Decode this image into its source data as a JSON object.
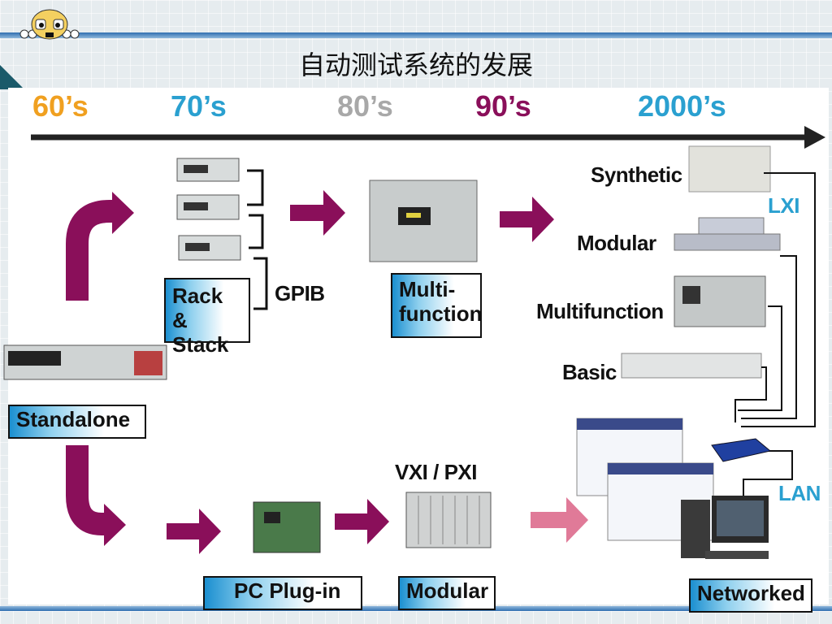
{
  "title": "自动测试系统的发展",
  "eras": [
    {
      "label": "60’s",
      "color": "#f0a020"
    },
    {
      "label": "70’s",
      "color": "#2aa0d0"
    },
    {
      "label": "80’s",
      "color": "#a8a8a8"
    },
    {
      "label": "90’s",
      "color": "#8a0f5a"
    },
    {
      "label": "2000’s",
      "color": "#2aa0d0"
    }
  ],
  "boxes": {
    "rack_stack": "Rack & Stack",
    "multi_function": "Multi- function",
    "standalone": "Standalone",
    "pc_plugin": "PC Plug-in",
    "modular": "Modular",
    "networked": "Networked"
  },
  "labels": {
    "gpib": "GPIB",
    "vxi_pxi": "VXI / PXI",
    "synthetic": "Synthetic",
    "modular": "Modular",
    "multifunction": "Multifunction",
    "basic": "Basic",
    "lxi": "LXI",
    "lan": "LAN"
  },
  "colors": {
    "arrow": "#8a0f5a",
    "arrow_light": "#e07a98",
    "accent_blue": "#2aa0d0",
    "timeline": "#222222"
  }
}
